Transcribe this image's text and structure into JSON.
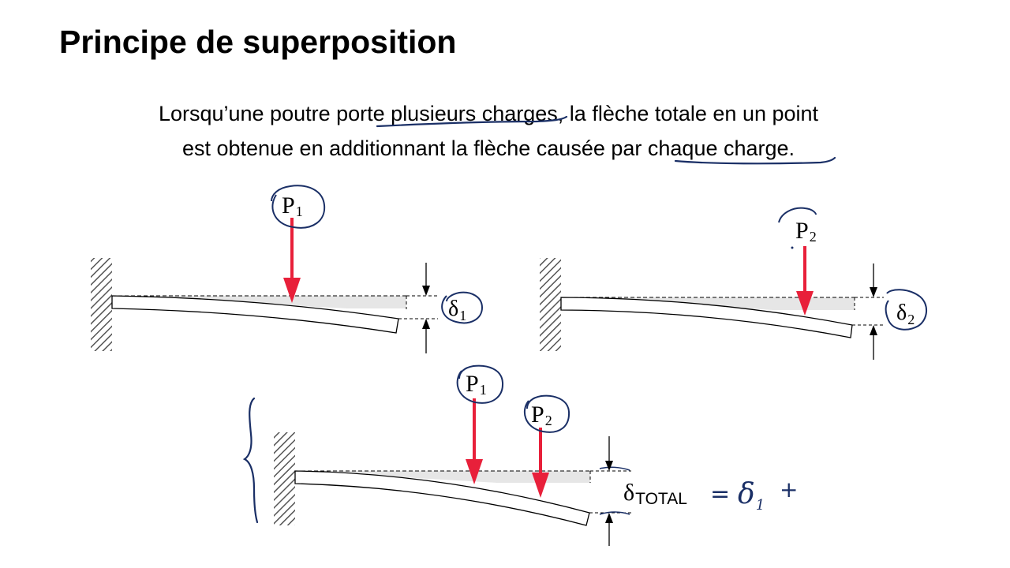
{
  "slide": {
    "title": "Principe de superposition",
    "line1_before": "Lorsqu’une poutre porte ",
    "line1_highlight": "plusieurs charges",
    "line1_after": ", la flèche totale en un point",
    "line2_before": "est obtenue en additionnant la flèche causée par ",
    "line2_highlight": "chaque charge",
    "line2_after": "."
  },
  "diagrams": {
    "case1": {
      "load_symbol": "P",
      "load_index": "1",
      "deflection_symbol": "δ",
      "deflection_index": "1"
    },
    "case2": {
      "load_symbol": "P",
      "load_index": "2",
      "deflection_symbol": "δ",
      "deflection_index": "2"
    },
    "combined": {
      "load1_symbol": "P",
      "load1_index": "1",
      "load2_symbol": "P",
      "load2_index": "2",
      "deflection_symbol": "δ",
      "deflection_index": "TOTAL"
    }
  },
  "annotation": {
    "equation_equals": "=",
    "equation_term_symbol": "δ",
    "equation_term_index": "1",
    "equation_plus": "+"
  },
  "colors": {
    "load_arrow": "#e8203a",
    "ink": "#1a2f66",
    "deflected_fill": "#e6e6e6"
  }
}
